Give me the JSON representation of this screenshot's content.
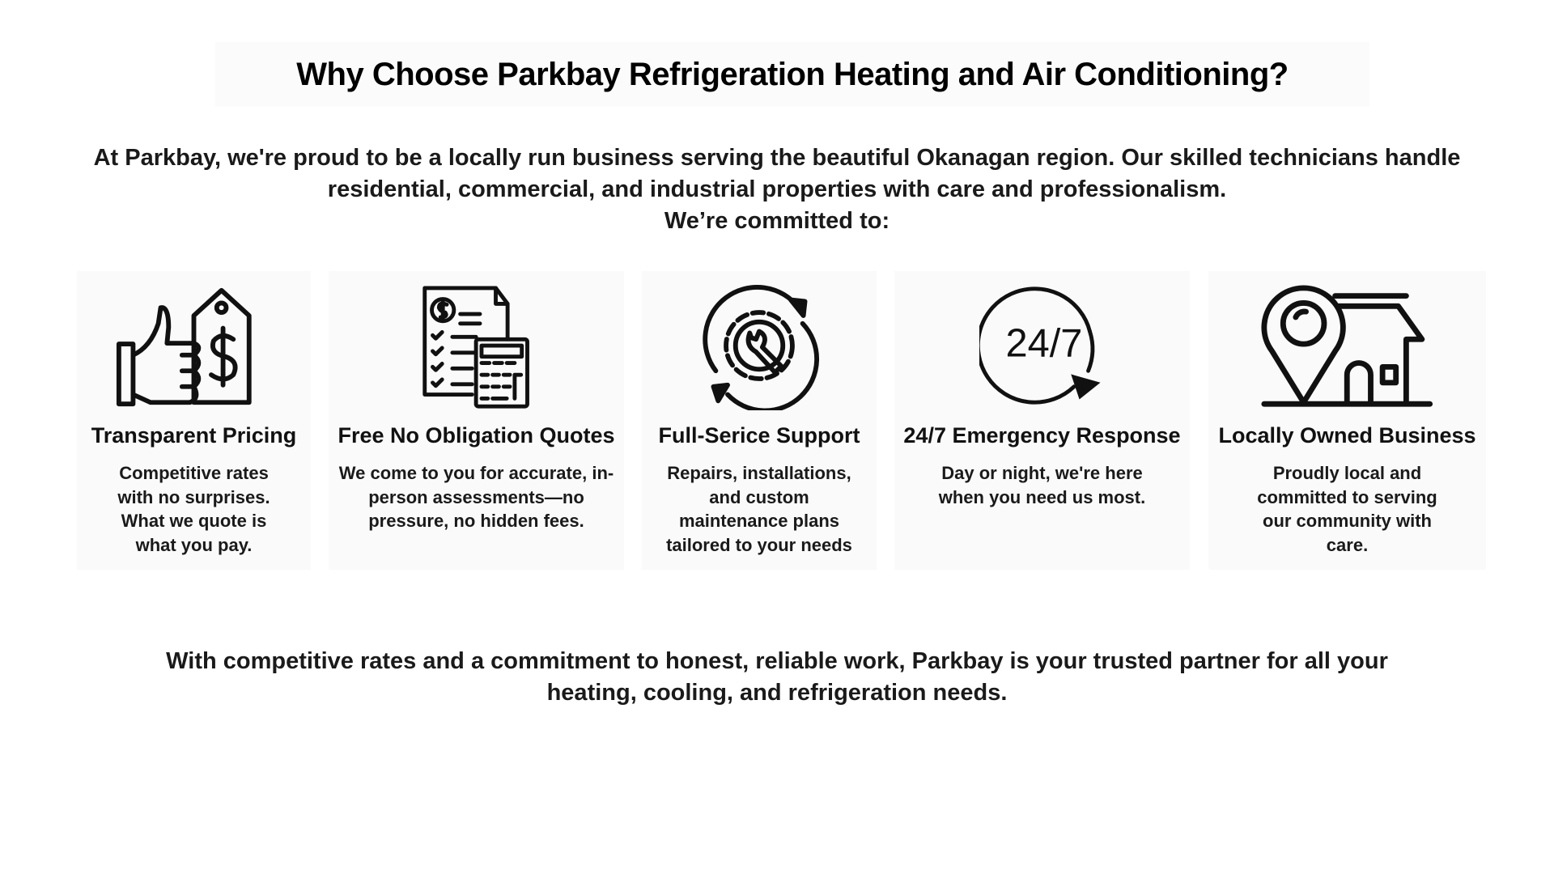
{
  "title": "Why Choose Parkbay Refrigeration Heating and Air Conditioning?",
  "intro": {
    "line1": "At Parkbay, we're proud to be a locally run business serving the beautiful Okanagan region. Our skilled technicians handle",
    "line2": "residential, commercial, and industrial properties with care and professionalism.",
    "line3": "We’re committed to:"
  },
  "features": [
    {
      "icon": "thumbs-up-price-tag-icon",
      "title": "Transparent Pricing",
      "desc": "Competitive rates with no surprises. What we quote is what you pay."
    },
    {
      "icon": "invoice-calculator-icon",
      "title": "Free No Obligation Quotes",
      "desc": "We come to you for accurate, in-person assessments—no pressure, no hidden fees."
    },
    {
      "icon": "gear-wrench-icon",
      "title": "Full-Serice Support",
      "desc": "Repairs, installations, and custom maintenance plans tailored to your needs"
    },
    {
      "icon": "24-7-clock-icon",
      "title": "24/7 Emergency Response",
      "desc": "Day or night, we're here when you need us most.",
      "icon_text": "24/7"
    },
    {
      "icon": "location-house-icon",
      "title": "Locally Owned Business",
      "desc": "Proudly local and committed to serving our community with care."
    }
  ],
  "outro": "With competitive rates and a commitment to honest, reliable work, Parkbay is your trusted partner for all your heating, cooling, and refrigeration needs."
}
